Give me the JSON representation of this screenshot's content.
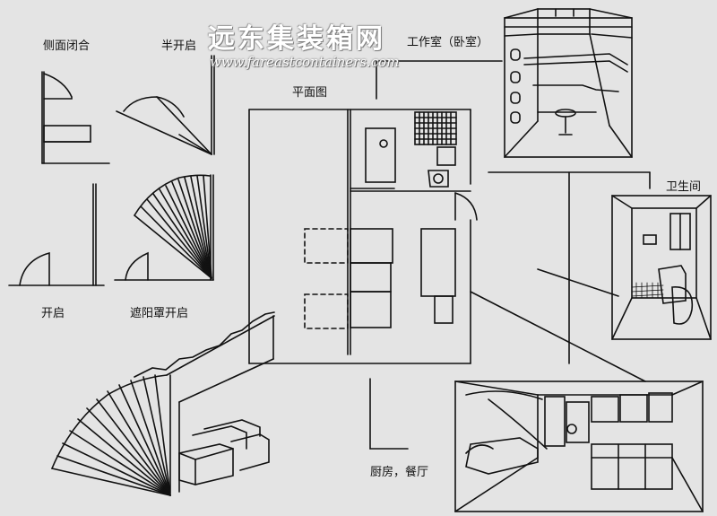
{
  "watermark": {
    "brand": "远东集装箱网",
    "url": "www.fareastcontainers.com"
  },
  "labels": {
    "side_closed": "侧面闭合",
    "half_open": "半开启",
    "open": "开启",
    "sunshade_open": "遮阳罩开启",
    "floor_plan": "平面图",
    "studio": "工作室（卧室）",
    "bathroom": "卫生间",
    "kitchen_dining": "厨房，餐厅"
  },
  "colors": {
    "paper": "#e4e4e4",
    "ink": "#111111",
    "watermark_fill": "#ffffff"
  }
}
